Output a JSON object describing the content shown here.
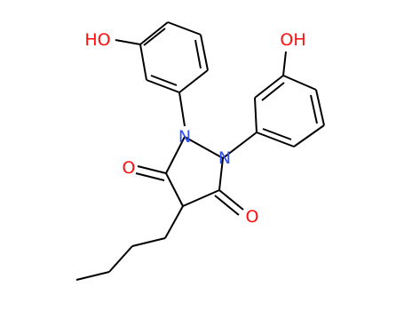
{
  "molecule": {
    "colors": {
      "bond": "#000000",
      "oxygen": "#ff0d0d",
      "nitrogen": "#3050f8",
      "background": "#ffffff"
    },
    "labels": {
      "ho_left": "HO",
      "oh_right": "OH",
      "n1": "N",
      "n2": "N",
      "o_left": "O",
      "o_right": "O"
    }
  }
}
